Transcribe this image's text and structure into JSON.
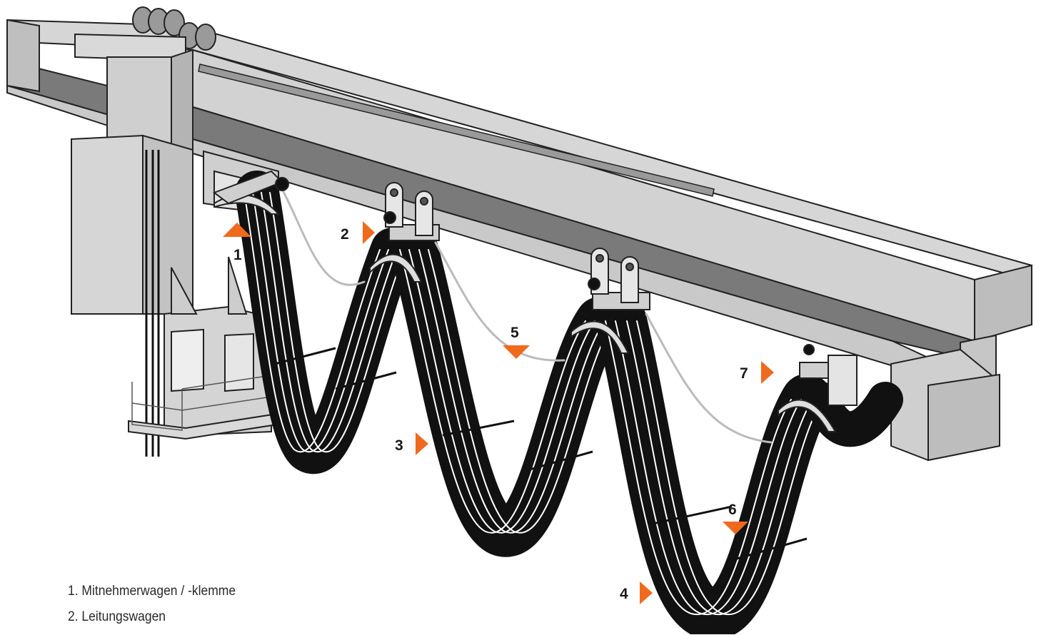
{
  "callouts": [
    "1",
    "2",
    "3",
    "4",
    "5",
    "6",
    "7"
  ],
  "legend": [
    "1. Mitnehmerwagen / -klemme",
    "2. Leitungswagen"
  ],
  "colors": {
    "accent": "#f06a1e",
    "cable": "#111111",
    "steel_light": "#dcdcdc",
    "steel_mid": "#c3c3c3",
    "steel_dark": "#7a7a7a"
  }
}
